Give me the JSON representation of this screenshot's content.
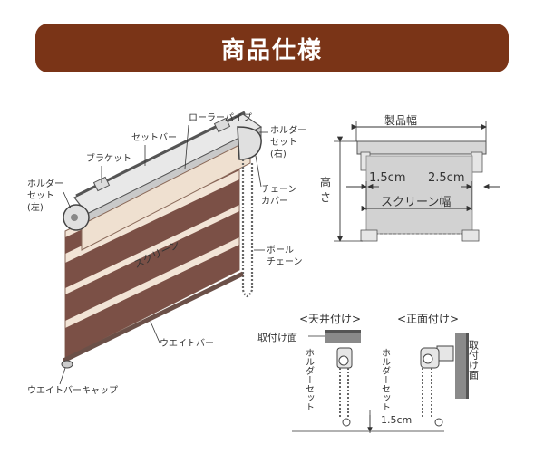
{
  "title": "商品仕様",
  "left_diagram": {
    "labels": {
      "roller_pipe": "ローラーパイプ",
      "set_bar": "セットバー",
      "bracket": "ブラケット",
      "holder_left_1": "ホルダー",
      "holder_left_2": "セット",
      "holder_left_3": "(左)",
      "holder_right_1": "ホルダー",
      "holder_right_2": "セット",
      "holder_right_3": "(右)",
      "chain_cover_1": "チェーン",
      "chain_cover_2": "カバー",
      "ball_chain_1": "ボール",
      "ball_chain_2": "チェーン",
      "screen": "スクリーン",
      "weight_bar": "ウエイトバー",
      "weight_bar_cap": "ウエイトバーキャップ"
    }
  },
  "right_top_diagram": {
    "product_width": "製品幅",
    "height_1": "高",
    "height_2": "さ",
    "left_gap": "1.5cm",
    "right_gap": "2.5cm",
    "screen_width": "スクリーン幅"
  },
  "right_bottom_diagram": {
    "ceiling_mount": "<天井付け>",
    "front_mount": "<正面付け>",
    "mount_surface_left": "取付け面",
    "mount_surface_right": "取付け面",
    "holder_set_left": "ホルダーセット",
    "holder_set_right": "ホルダーセット",
    "gap": "1.5cm"
  },
  "colors": {
    "banner": "#7a3417",
    "stripe_dark": "#7b5046",
    "stripe_light": "#f2e4d6",
    "screen_gray": "#d2d2d2"
  }
}
